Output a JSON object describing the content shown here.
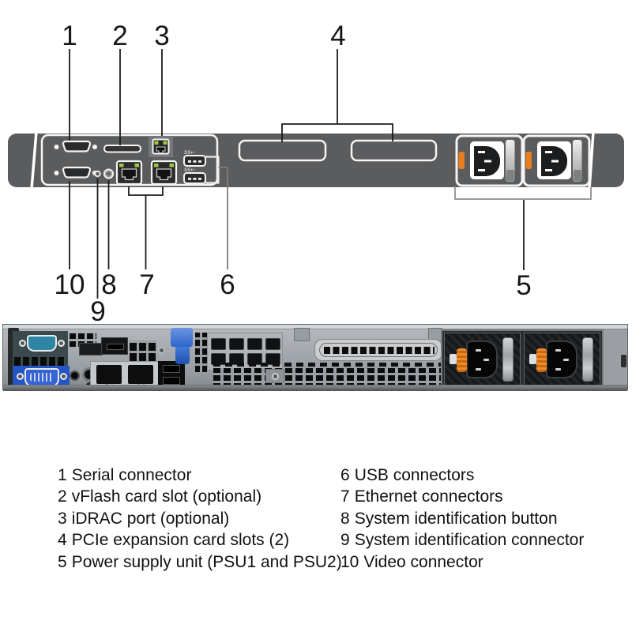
{
  "diagram": {
    "title_hint": "Server rear panel callout diagram",
    "callouts": [
      "1",
      "2",
      "3",
      "4",
      "5",
      "6",
      "7",
      "8",
      "9",
      "10"
    ],
    "usb_logo": "SS←",
    "colors": {
      "chassis_bar": "#5b5c5e",
      "panel_outline": "#f4f4f4",
      "led_green": "#9bc83c",
      "psu_release_orange": "#e97e1f"
    }
  },
  "photo": {
    "eth_labels": [
      "Gb1",
      "Gb2"
    ],
    "colors": {
      "vga_panel_blue": "#2355c4",
      "vga_teal": "#2f86a4",
      "riser_latch_blue": "#3c78d8",
      "psu_mesh_black": "#1b1d1f"
    }
  },
  "legend": {
    "left": [
      {
        "num": "1",
        "label": "Serial connector"
      },
      {
        "num": "2",
        "label": "vFlash card slot (optional)"
      },
      {
        "num": "3",
        "label": "iDRAC port (optional)"
      },
      {
        "num": "4",
        "label": "PCIe expansion card slots (2)"
      },
      {
        "num": "5",
        "label": "Power supply unit (PSU1 and PSU2)"
      }
    ],
    "right": [
      {
        "num": "6",
        "label": "USB connectors"
      },
      {
        "num": "7",
        "label": "Ethernet connectors"
      },
      {
        "num": "8",
        "label": "System identification button"
      },
      {
        "num": "9",
        "label": "System identification connector"
      },
      {
        "num": "10",
        "label": "Video connector"
      }
    ]
  }
}
